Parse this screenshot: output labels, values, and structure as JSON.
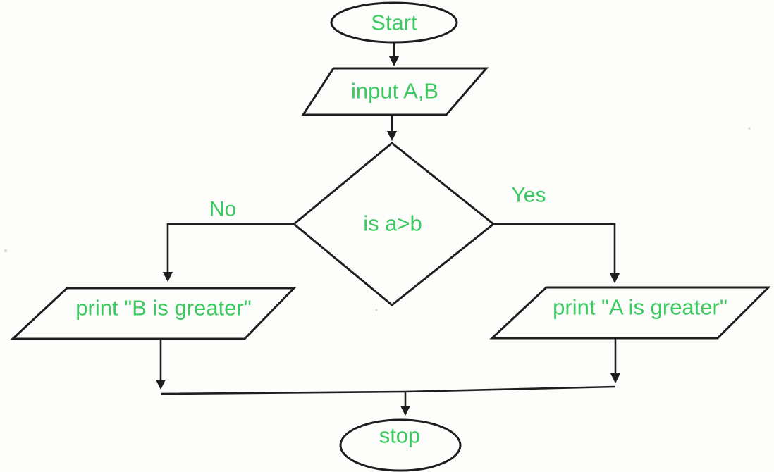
{
  "diagram": {
    "colors": {
      "text": "#3cc960",
      "line": "#1e1e1e",
      "background": "#fdfdfc"
    },
    "nodes": [
      {
        "id": "start",
        "shape": "ellipse",
        "label": "Start"
      },
      {
        "id": "input-ab",
        "shape": "parallelogram",
        "label": "input A,B"
      },
      {
        "id": "decision",
        "shape": "diamond",
        "label": "is a>b"
      },
      {
        "id": "print-b",
        "shape": "parallelogram",
        "label": "print \"B is greater\""
      },
      {
        "id": "print-a",
        "shape": "parallelogram",
        "label": "print \"A is greater\""
      },
      {
        "id": "stop",
        "shape": "ellipse",
        "label": "stop"
      }
    ],
    "edges": [
      {
        "from": "start",
        "to": "input-ab",
        "label": ""
      },
      {
        "from": "input-ab",
        "to": "decision",
        "label": ""
      },
      {
        "from": "decision",
        "to": "print-b",
        "label": "No"
      },
      {
        "from": "decision",
        "to": "print-a",
        "label": "Yes"
      },
      {
        "from": "print-b",
        "to": "stop",
        "label": ""
      },
      {
        "from": "print-a",
        "to": "stop",
        "label": ""
      }
    ]
  }
}
